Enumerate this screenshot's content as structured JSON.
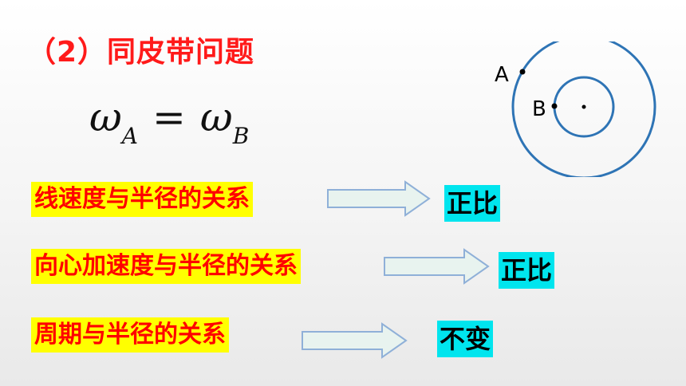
{
  "title": "（2）同皮带问题",
  "formula": {
    "symbol": "ω",
    "left_sub": "A",
    "equals": "=",
    "right_sub": "B"
  },
  "rows": [
    {
      "label": "线速度与半径的关系",
      "result": "正比"
    },
    {
      "label": "向心加速度与半径的关系",
      "result": "正比"
    },
    {
      "label": "周期与半径的关系",
      "result": "不变"
    }
  ],
  "diagram": {
    "point_a_label": "A",
    "point_b_label": "B"
  },
  "colors": {
    "title": "#ff1a1a",
    "highlight_bg": "#ffff00",
    "highlight_text": "#ff0000",
    "result_bg": "#00e5ee",
    "circle_stroke": "#2e74b5",
    "arrow_fill": "#e8f3ef",
    "arrow_stroke": "#8fb0d8"
  }
}
